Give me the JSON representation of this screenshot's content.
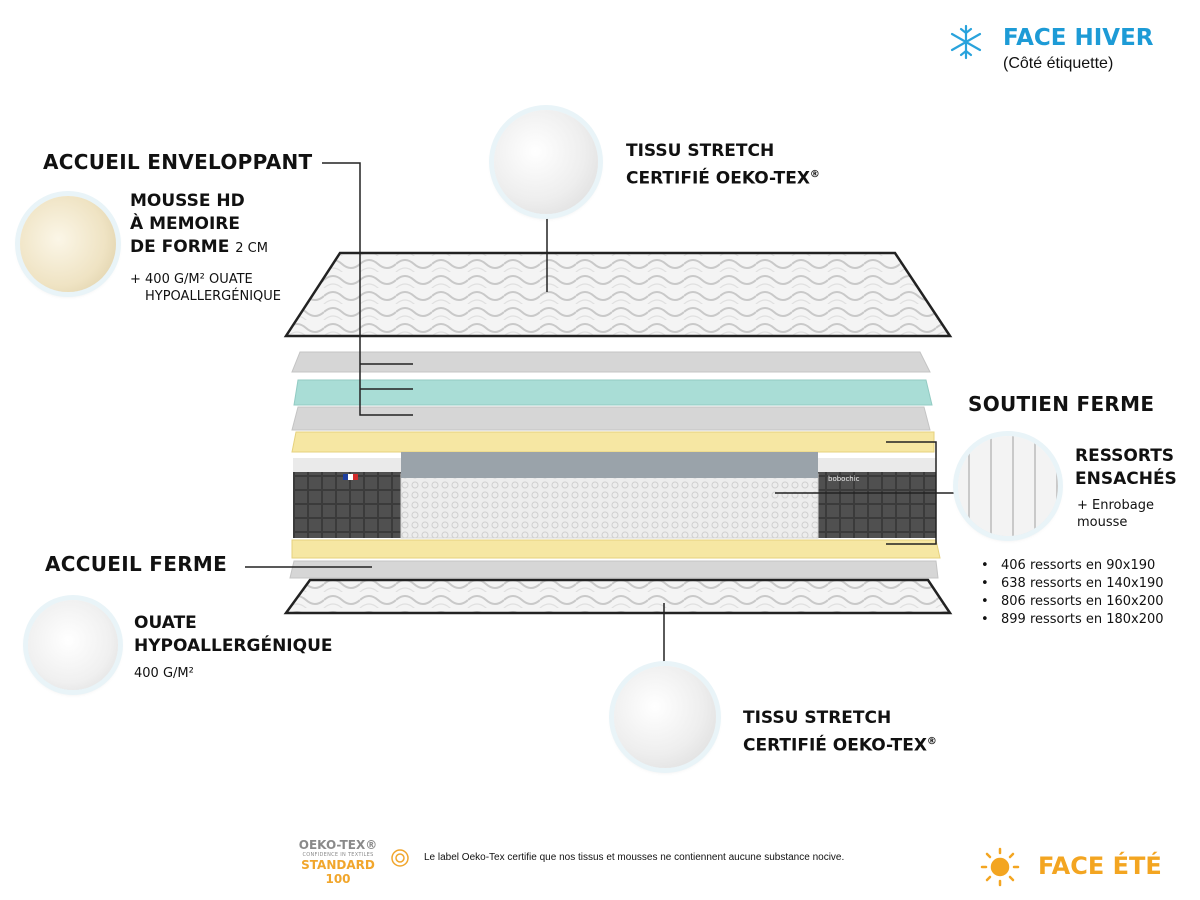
{
  "face_hiver": {
    "title": "FACE HIVER",
    "subtitle": "(Côté étiquette)",
    "icon": "snowflake-icon",
    "color": "#1d9bd6"
  },
  "face_ete": {
    "title": "FACE ÉTÉ",
    "icon": "sun-icon",
    "color": "#f3a521"
  },
  "accueil_enveloppant": {
    "heading": "ACCUEIL ENVELOPPANT",
    "line1": "MOUSSE HD",
    "line2": "À MEMOIRE",
    "line3": "DE FORME",
    "line3_suffix": "2 CM",
    "extra1": "+ 400 G/M² OUATE",
    "extra2": "HYPOALLERGÉNIQUE"
  },
  "tissu_top": {
    "line1": "TISSU STRETCH",
    "line2": "CERTIFIÉ OEKO-TEX",
    "reg": "®"
  },
  "tissu_bottom": {
    "line1": "TISSU STRETCH",
    "line2": "CERTIFIÉ OEKO-TEX",
    "reg": "®"
  },
  "soutien_ferme": {
    "heading": "SOUTIEN FERME",
    "line1": "RESSORTS",
    "line2": "ENSACHÉS",
    "extra1": "+ Enrobage",
    "extra2": "mousse",
    "springs": [
      "406 ressorts en 90x190",
      "638 ressorts en 140x190",
      "806 ressorts en 160x200",
      "899 ressorts en 180x200"
    ]
  },
  "accueil_ferme": {
    "heading": "ACCUEIL FERME",
    "line1": "OUATE",
    "line2": "HYPOALLERGÉNIQUE",
    "extra": "400 G/M²"
  },
  "oekotex": {
    "logo_top": "OEKO-TEX®",
    "logo_mid": "CONFIDENCE IN TEXTILES",
    "logo_bottom": "STANDARD 100",
    "note": "Le label Oeko-Tex certifie que nos tissus et mousses ne contiennent aucune substance nocive."
  },
  "brand_tag": "bobochic",
  "colors": {
    "foam_blue": "#a9ddd6",
    "latex_yellow": "#f6e7a3",
    "grey_layer": "#d8d8d8",
    "side_panel": "#3a3a3a",
    "accent_blue": "#1d9bd6",
    "accent_orange": "#f3a521"
  }
}
